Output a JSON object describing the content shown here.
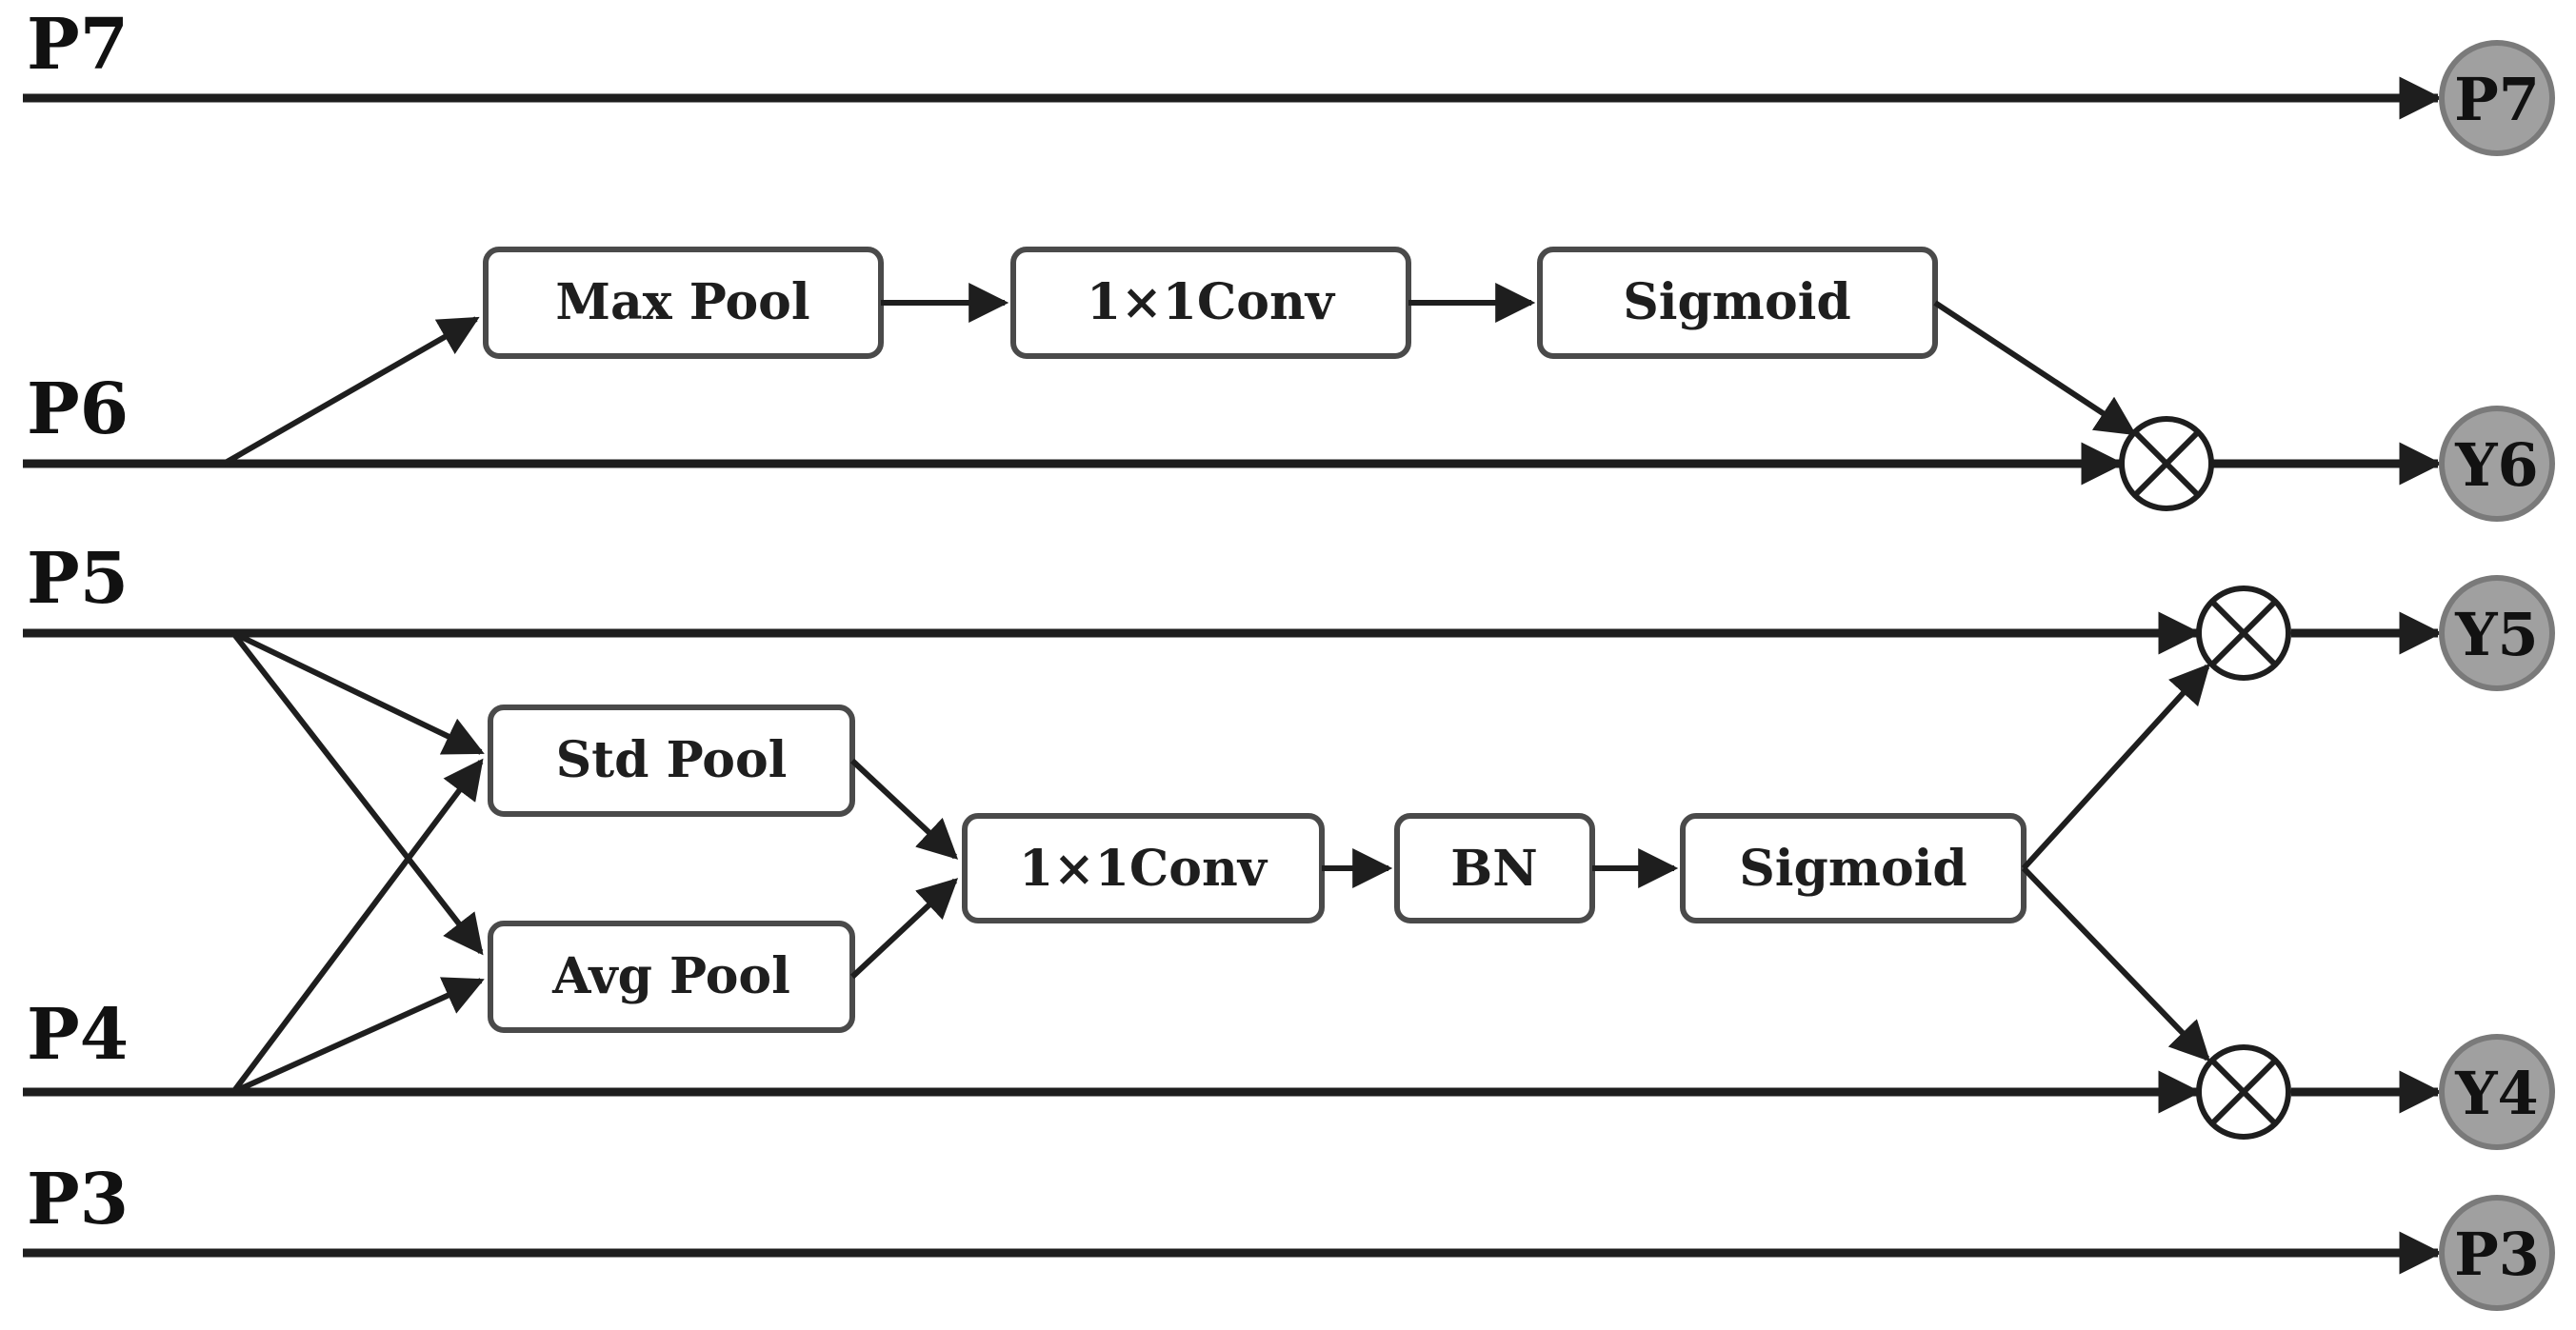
{
  "inputs": {
    "p7": "P7",
    "p6": "P6",
    "p5": "P5",
    "p4": "P4",
    "p3": "P3"
  },
  "outputs": {
    "p7": "P7",
    "y6": "Y6",
    "y5": "Y5",
    "y4": "Y4",
    "p3": "P3"
  },
  "branch_p6": {
    "max_pool": "Max Pool",
    "conv": "1×1Conv",
    "sigmoid": "Sigmoid"
  },
  "branch_p45": {
    "std_pool": "Std Pool",
    "avg_pool": "Avg Pool",
    "conv": "1×1Conv",
    "bn": "BN",
    "sigmoid": "Sigmoid"
  },
  "colors": {
    "line": "#1e1e1e",
    "box_border": "#4a4a4a",
    "output_node_fill": "#a0a0a0"
  }
}
